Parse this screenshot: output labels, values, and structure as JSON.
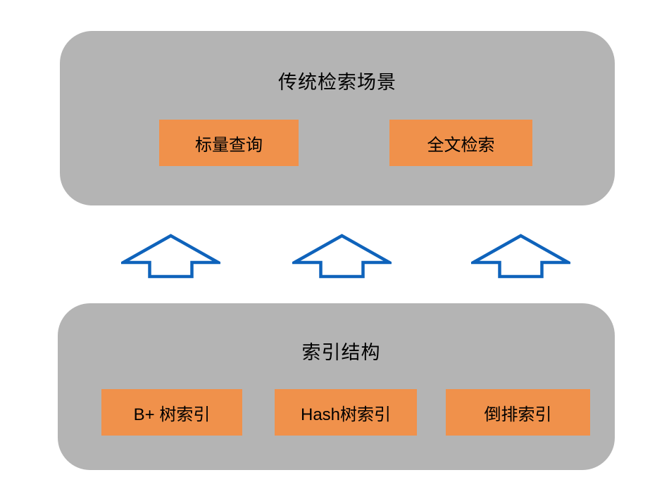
{
  "diagram": {
    "top_group": {
      "title": "传统检索场景",
      "boxes": [
        {
          "label": "标量查询"
        },
        {
          "label": "全文检索"
        }
      ]
    },
    "arrows": {
      "count": 3,
      "direction": "up"
    },
    "bottom_group": {
      "title": "索引结构",
      "boxes": [
        {
          "label": "B+ 树索引"
        },
        {
          "label": "Hash树索引"
        },
        {
          "label": "倒排索引"
        }
      ]
    }
  },
  "colors": {
    "container_fill": "#B4B4B4",
    "box_fill": "#F0914B",
    "arrow_stroke": "#0F63BB",
    "text": "#000000",
    "page_background": "#FFFFFF"
  }
}
